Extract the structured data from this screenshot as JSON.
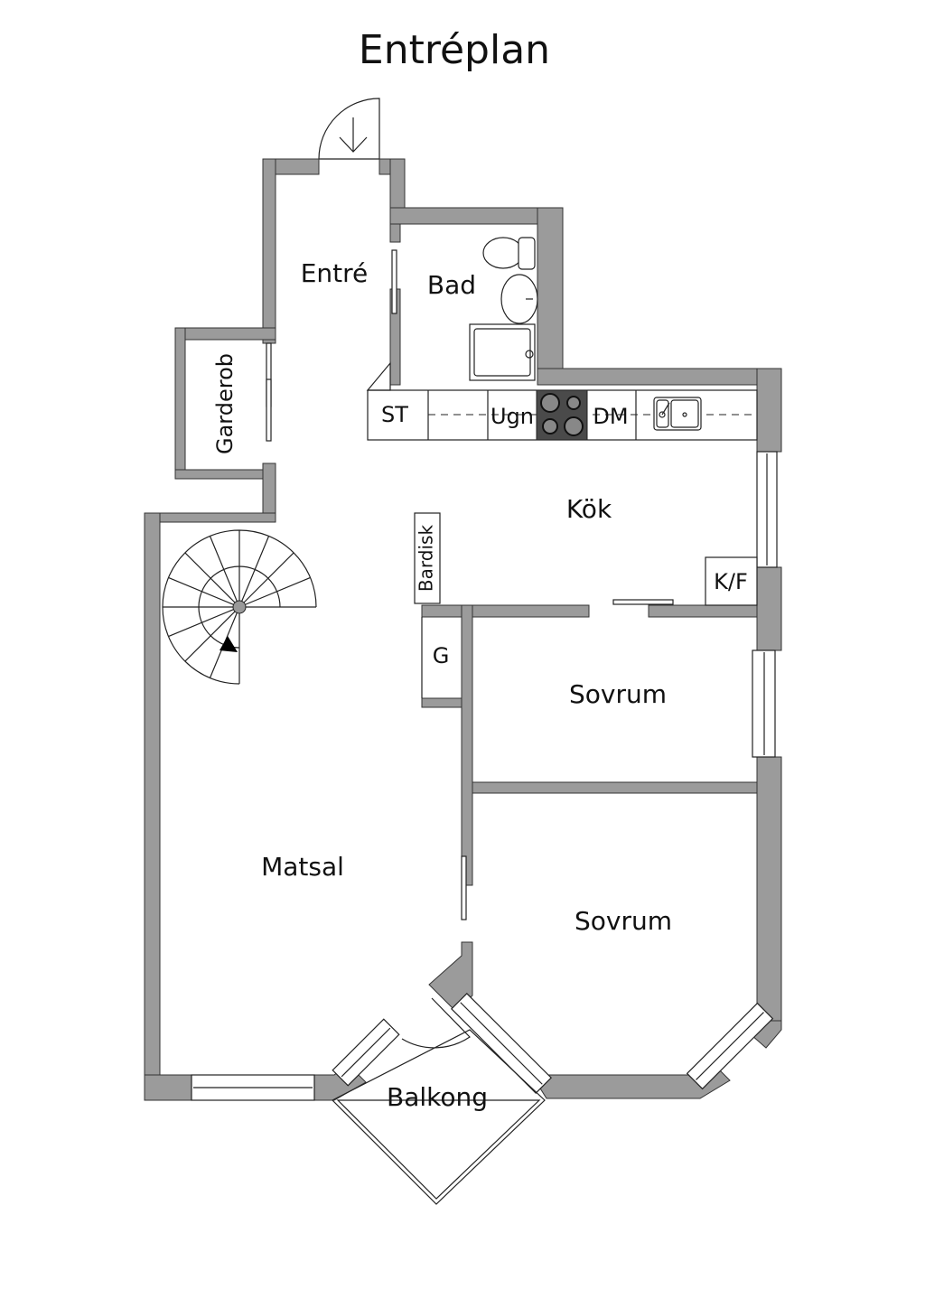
{
  "title": "Entréplan",
  "rooms": {
    "entre": "Entré",
    "bad": "Bad",
    "garderob": "Garderob",
    "kok": "Kök",
    "bardisk": "Bardisk",
    "kf": "K/F",
    "g": "G",
    "sovrum1": "Sovrum",
    "sovrum2": "Sovrum",
    "matsal": "Matsal",
    "balkong": "Balkong"
  },
  "kitchen_counter": {
    "st": "ST",
    "ugn": "Ugn",
    "dm": "DM"
  },
  "colors": {
    "wall": "#9b9b9b",
    "hob": "#4a4a4a",
    "line": "#222222"
  }
}
